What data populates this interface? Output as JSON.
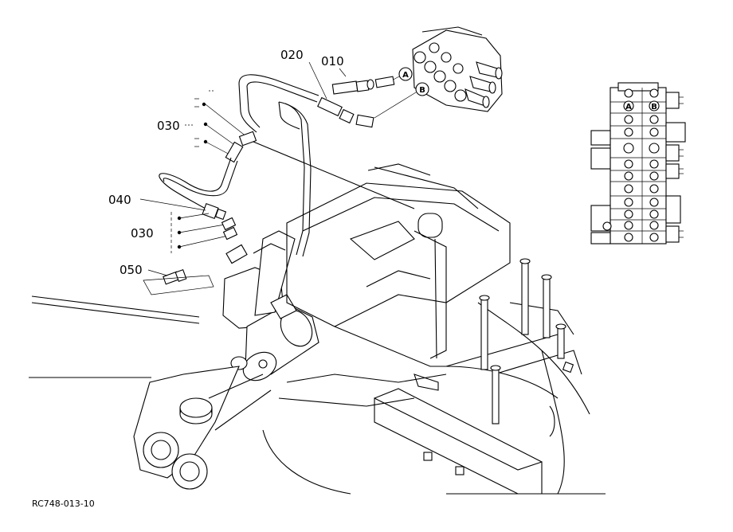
{
  "parts": {
    "p010": "010",
    "p020": "020",
    "p030a": "030",
    "p030b": "030",
    "p040": "040",
    "p050": "050"
  },
  "ports": {
    "a": "A",
    "b": "B",
    "a_inset": "A",
    "b_inset": "B"
  },
  "figure_code": "RC748-013-10"
}
